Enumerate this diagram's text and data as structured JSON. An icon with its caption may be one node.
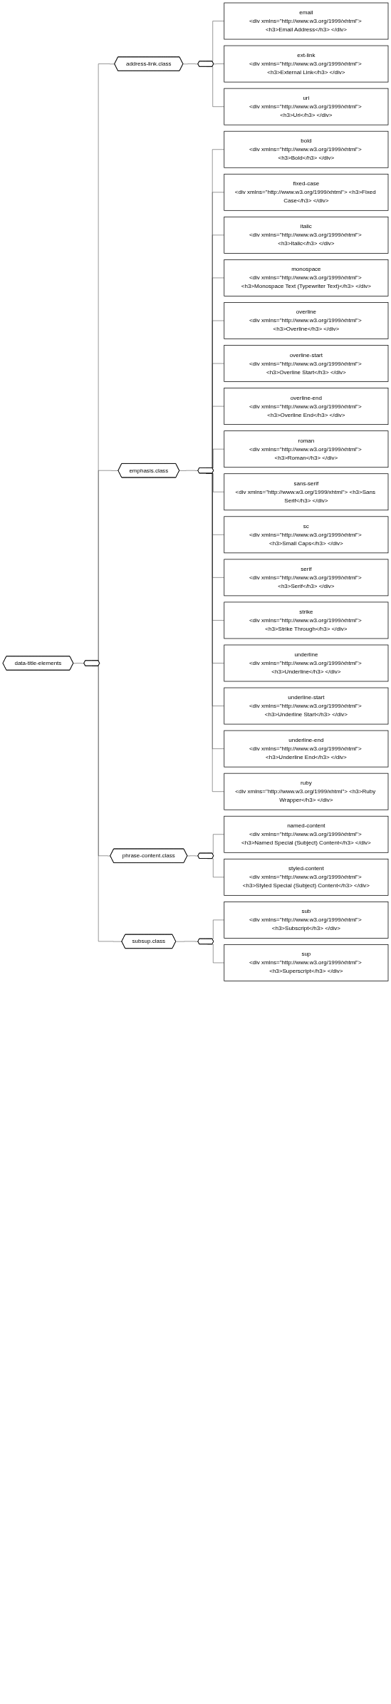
{
  "diagram": {
    "nodes": [
      {
        "text": [
          "data-title-elements"
        ]
      },
      {
        "text": [],
        "shape": "octagon"
      },
      {
        "text": [
          "address-link.class"
        ]
      },
      {
        "text": [],
        "shape": "octagon"
      },
      {
        "text": [
          "email",
          "<div xmlns=\"http://www.w3.org/1999/xhtml\"> <h3>Email Address</h3> </div>"
        ]
      },
      {
        "text": [
          "ext-link",
          "<div xmlns=\"http://www.w3.org/1999/xhtml\"> <h3>External Link</h3> </div>"
        ]
      },
      {
        "text": [
          "uri",
          "<div xmlns=\"http://www.w3.org/1999/xhtml\"> <h3>Uri</h3> </div>"
        ]
      },
      {
        "text": [
          "emphasis.class"
        ]
      },
      {
        "text": [],
        "shape": "octagon"
      },
      {
        "text": [
          "bold",
          "<div xmlns=\"http://www.w3.org/1999/xhtml\"> <h3>Bold</h3> </div>"
        ]
      },
      {
        "text": [
          "fixed-case",
          "<div xmlns=\"http://www.w3.org/1999/xhtml\"> <h3>Fixed Case</h3> </div>"
        ]
      },
      {
        "text": [
          "italic",
          "<div xmlns=\"http://www.w3.org/1999/xhtml\"> <h3>Italic</h3> </div>"
        ]
      },
      {
        "text": [
          "monospace",
          "<div xmlns=\"http://www.w3.org/1999/xhtml\"> <h3>Monospace Text (Typewriter Text)</h3> </div>"
        ]
      },
      {
        "text": [
          "overline",
          "<div xmlns=\"http://www.w3.org/1999/xhtml\"> <h3>Overline</h3> </div>"
        ]
      },
      {
        "text": [
          "overline-start",
          "<div xmlns=\"http://www.w3.org/1999/xhtml\"> <h3>Overline Start</h3> </div>"
        ]
      },
      {
        "text": [
          "overline-end",
          "<div xmlns=\"http://www.w3.org/1999/xhtml\"> <h3>Overline End</h3> </div>"
        ]
      },
      {
        "text": [
          "roman",
          "<div xmlns=\"http://www.w3.org/1999/xhtml\"> <h3>Roman</h3> </div>"
        ]
      },
      {
        "text": [
          "sans-serif",
          "<div xmlns=\"http://www.w3.org/1999/xhtml\"> <h3>Sans Serif</h3> </div>"
        ]
      },
      {
        "text": [
          "sc",
          "<div xmlns=\"http://www.w3.org/1999/xhtml\"> <h3>Small Caps</h3> </div>"
        ]
      },
      {
        "text": [
          "serif",
          "<div xmlns=\"http://www.w3.org/1999/xhtml\"> <h3>Serif</h3> </div>"
        ]
      },
      {
        "text": [
          "strike",
          "<div xmlns=\"http://www.w3.org/1999/xhtml\"> <h3>Strike Through</h3> </div>"
        ]
      },
      {
        "text": [
          "underline",
          "<div xmlns=\"http://www.w3.org/1999/xhtml\"> <h3>Underline</h3> </div>"
        ]
      },
      {
        "text": [
          "underline-start",
          "<div xmlns=\"http://www.w3.org/1999/xhtml\"> <h3>Underline Start</h3> </div>"
        ]
      },
      {
        "text": [
          "underline-end",
          "<div xmlns=\"http://www.w3.org/1999/xhtml\"> <h3>Underline End</h3> </div>"
        ]
      },
      {
        "text": [
          "ruby",
          "<div xmlns=\"http://www.w3.org/1999/xhtml\"> <h3>Ruby Wrapper</h3> </div>"
        ]
      },
      {
        "text": [
          "phrase-content.class"
        ]
      },
      {
        "text": [],
        "shape": "octagon"
      },
      {
        "text": [
          "named-content",
          "<div xmlns=\"http://www.w3.org/1999/xhtml\"> <h3>Named Special (Subject) Content</h3> </div>"
        ]
      },
      {
        "text": [
          "styled-content",
          "<div xmlns=\"http://www.w3.org/1999/xhtml\"> <h3>Styled Special (Subject) Content</h3> </div>"
        ]
      },
      {
        "text": [
          "subsup.class"
        ]
      },
      {
        "text": [],
        "shape": "octagon"
      },
      {
        "text": [
          "sub",
          "<div xmlns=\"http://www.w3.org/1999/xhtml\"> <h3>Subscript</h3> </div>"
        ]
      },
      {
        "text": [
          "sup",
          "<div xmlns=\"http://www.w3.org/1999/xhtml\"> <h3>Superscript</h3> </div>"
        ]
      }
    ],
    "edges": [
      {
        "from": 0,
        "to": 1,
        "arrow": "none"
      },
      {
        "from": 1,
        "to": 2,
        "arrow": "none"
      },
      {
        "from": 1,
        "to": 7,
        "arrow": "none"
      },
      {
        "from": 1,
        "to": 25,
        "arrow": "none"
      },
      {
        "from": 1,
        "to": 29,
        "arrow": "none"
      },
      {
        "from": 2,
        "to": 3,
        "arrow": "none"
      },
      {
        "from": 3,
        "to": 4,
        "arrow": "none"
      },
      {
        "from": 3,
        "to": 5,
        "arrow": "none"
      },
      {
        "from": 3,
        "to": 6,
        "arrow": "none"
      },
      {
        "from": 7,
        "to": 8,
        "arrow": "none"
      },
      {
        "from": 8,
        "to": 9,
        "arrow": "none"
      },
      {
        "from": 8,
        "to": 10,
        "arrow": "none"
      },
      {
        "from": 8,
        "to": 11,
        "arrow": "none"
      },
      {
        "from": 8,
        "to": 12,
        "arrow": "none"
      },
      {
        "from": 8,
        "to": 13,
        "arrow": "none"
      },
      {
        "from": 8,
        "to": 14,
        "arrow": "none"
      },
      {
        "from": 8,
        "to": 15,
        "arrow": "none"
      },
      {
        "from": 8,
        "to": 16,
        "arrow": "none"
      },
      {
        "from": 8,
        "to": 17,
        "arrow": "none"
      },
      {
        "from": 8,
        "to": 18,
        "arrow": "none"
      },
      {
        "from": 8,
        "to": 19,
        "arrow": "none"
      },
      {
        "from": 8,
        "to": 20,
        "arrow": "none"
      },
      {
        "from": 8,
        "to": 21,
        "arrow": "none"
      },
      {
        "from": 8,
        "to": 22,
        "arrow": "none"
      },
      {
        "from": 8,
        "to": 23,
        "arrow": "none"
      },
      {
        "from": 8,
        "to": 24,
        "arrow": "none"
      },
      {
        "from": 25,
        "to": 26,
        "arrow": "none"
      },
      {
        "from": 26,
        "to": 27,
        "arrow": "none"
      },
      {
        "from": 26,
        "to": 28,
        "arrow": "none"
      },
      {
        "from": 29,
        "to": 30,
        "arrow": "none"
      },
      {
        "from": 30,
        "to": 31,
        "arrow": "none"
      },
      {
        "from": 30,
        "to": 32,
        "arrow": "none"
      }
    ]
  }
}
